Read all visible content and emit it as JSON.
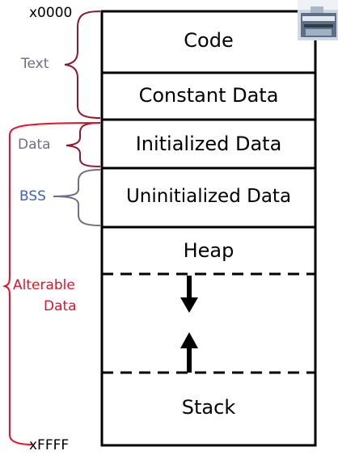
{
  "addresses": {
    "top": "x0000",
    "bottom": "xFFFF"
  },
  "segments": {
    "code": "Code",
    "constant": "Constant Data",
    "initialized": "Initialized Data",
    "uninitialized": "Uninitialized Data",
    "heap": "Heap",
    "stack": "Stack"
  },
  "brace_labels": {
    "text": "Text",
    "data": "Data",
    "bss": "BSS",
    "alterable_line1": "Alterable",
    "alterable_line2": "Data"
  },
  "colors": {
    "text_brace": "#8b1a2b",
    "text_label": "#6e6e8a",
    "data_brace": "#8b1a2b",
    "data_label": "#6e6e8a",
    "bss_brace": "#6e6e8a",
    "bss_label": "#3f5fbf",
    "alterable": "#e0142a"
  },
  "corner_image": "building-logo"
}
